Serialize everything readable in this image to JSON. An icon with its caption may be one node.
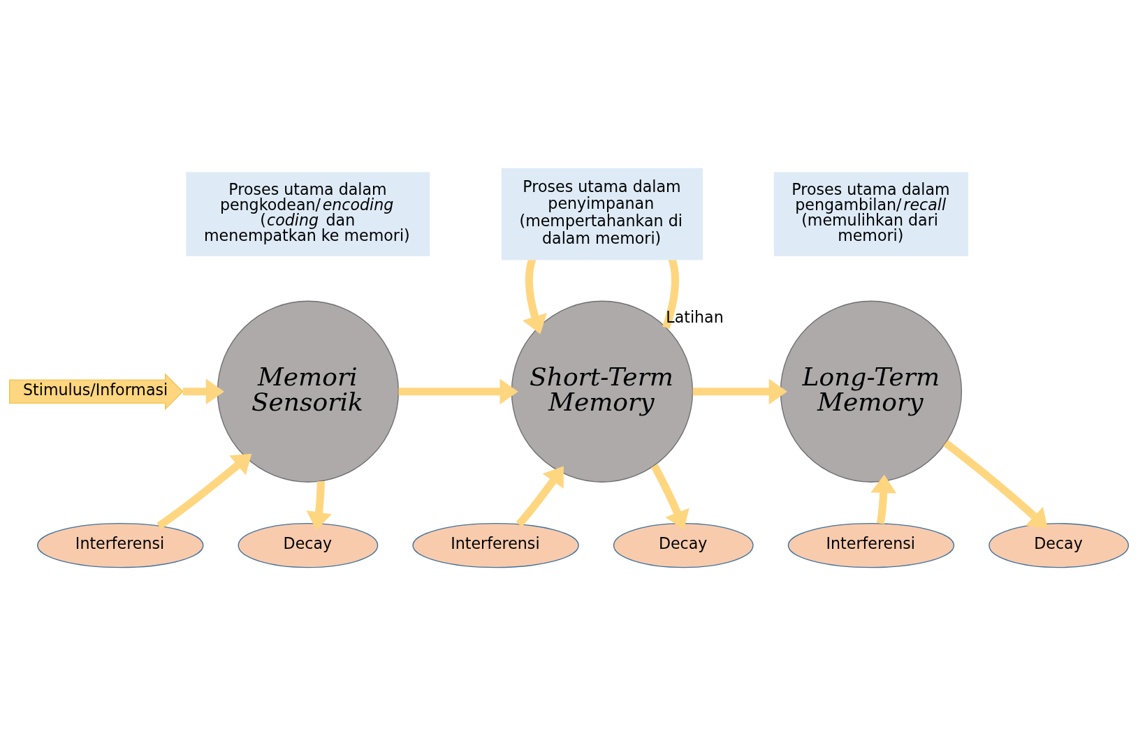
{
  "diagram": {
    "nodes": [
      {
        "text": [
          "Stimulus/Informasi"
        ]
      },
      {
        "text": [
          "Memori Sensorik"
        ],
        "beside": [
          "Proses utama dalam pengkodean/*encoding* (*coding* dan menempatkan ke memori)"
        ]
      },
      {
        "text": [
          "Short-Term Memory"
        ],
        "beside": [
          "Proses utama dalam penyimpanan (mempertahankan di dalam memori)"
        ]
      },
      {
        "text": [
          "Long-Term Memory"
        ],
        "beside": [
          "Proses utama dalam pengambilan/*recall* (memulihkan dari memori)"
        ]
      },
      {
        "text": [
          "Interferensi"
        ]
      },
      {
        "text": [
          "Decay"
        ]
      },
      {
        "text": [
          "Interferensi"
        ]
      },
      {
        "text": [
          "Decay"
        ]
      },
      {
        "text": [
          "Interferensi"
        ]
      },
      {
        "text": [
          "Decay"
        ]
      }
    ],
    "edges": [
      {
        "from": 0,
        "to": 1,
        "arrow": "to"
      },
      {
        "from": 1,
        "to": 2,
        "arrow": "to"
      },
      {
        "from": 2,
        "to": 3,
        "arrow": "to"
      },
      {
        "from": 2,
        "to": 2,
        "arrow": "to",
        "label": "Latihan"
      },
      {
        "from": 4,
        "to": 1,
        "arrow": "to"
      },
      {
        "from": 1,
        "to": 5,
        "arrow": "to"
      },
      {
        "from": 6,
        "to": 2,
        "arrow": "to"
      },
      {
        "from": 2,
        "to": 7,
        "arrow": "to"
      },
      {
        "from": 8,
        "to": 3,
        "arrow": "to"
      },
      {
        "from": 3,
        "to": 9,
        "arrow": "to"
      }
    ]
  }
}
